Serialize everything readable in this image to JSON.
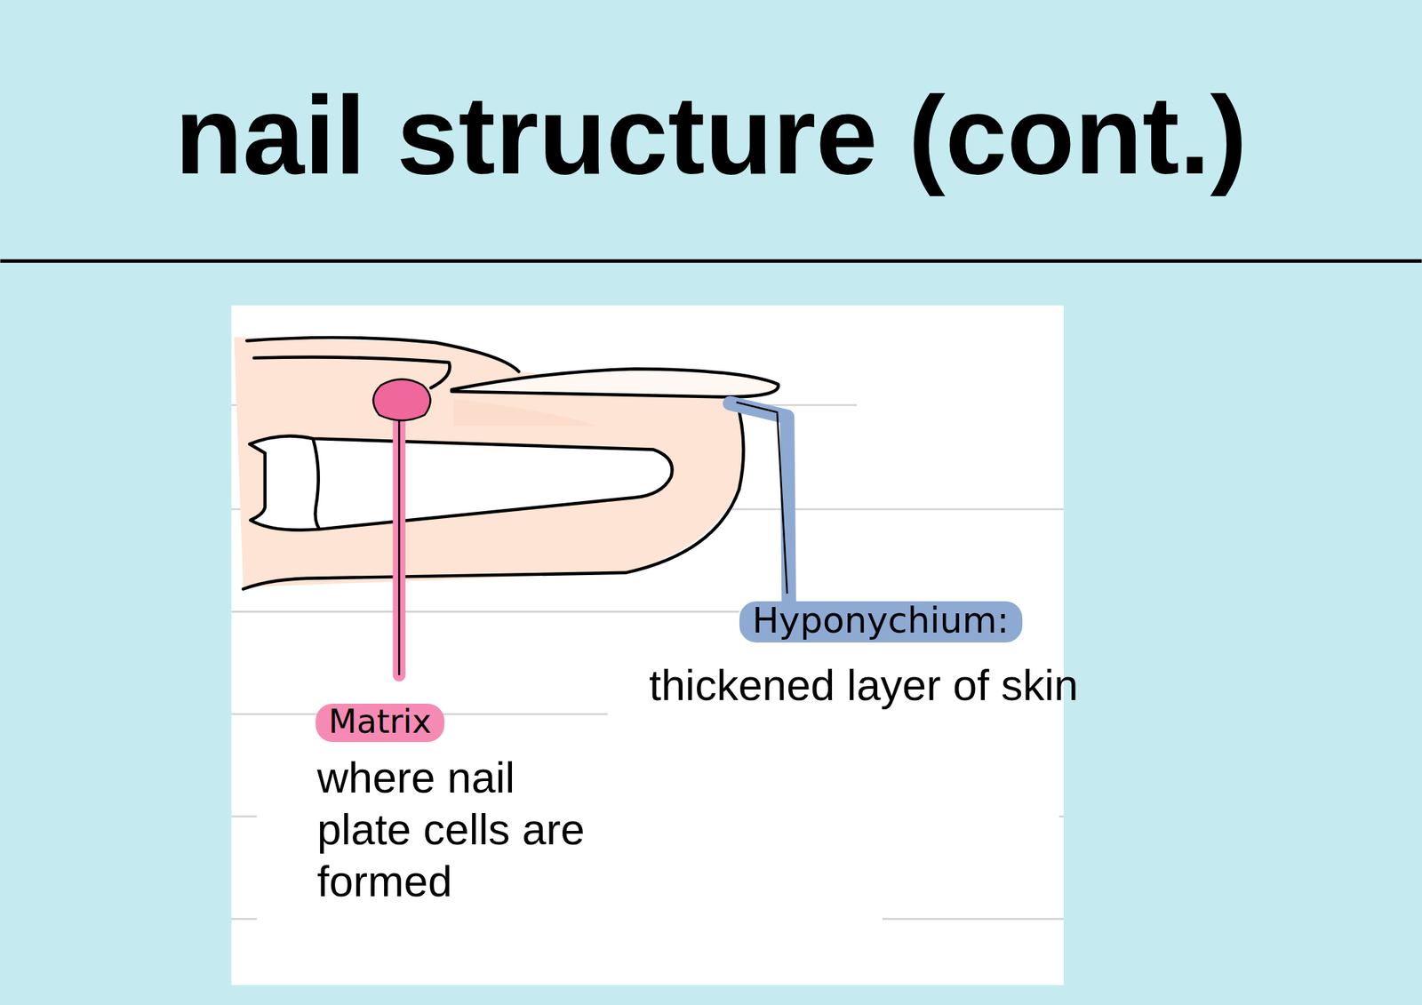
{
  "diagram": {
    "title": "nail structure (cont.)",
    "nodes": [
      {
        "text": [
          "Matrix"
        ]
      },
      {
        "text": [
          "Hyponychium:"
        ]
      }
    ],
    "labels": [
      "where nail plate cells are formed",
      "thickened layer of skin"
    ]
  }
}
